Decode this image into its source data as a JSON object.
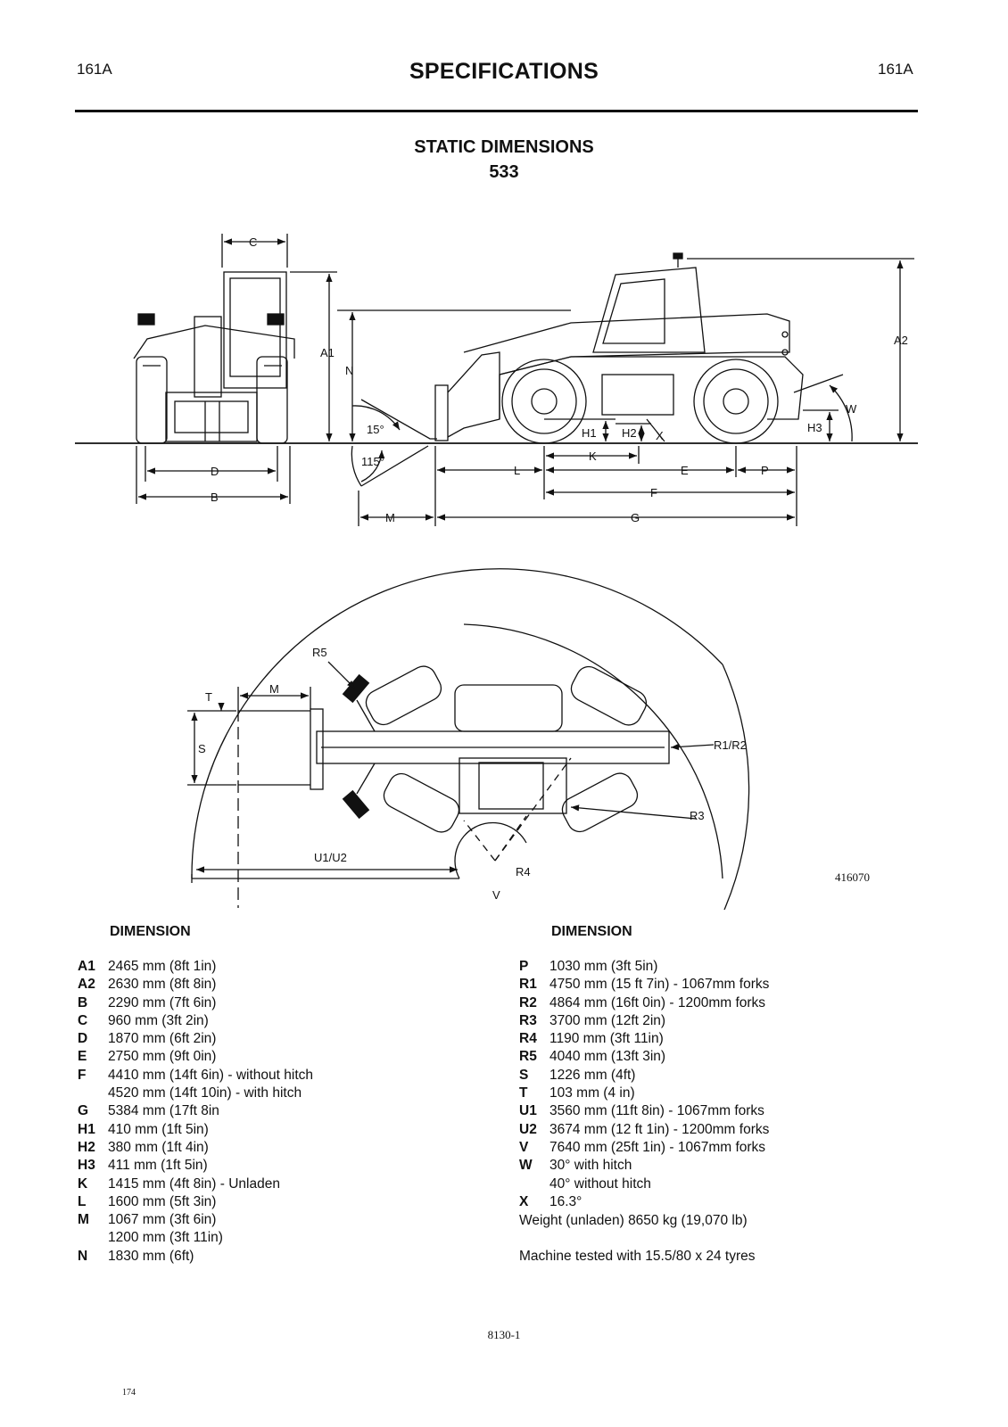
{
  "header": {
    "section_left": "161A",
    "title": "SPECIFICATIONS",
    "section_right": "161A"
  },
  "subtitle": {
    "line1": "STATIC DIMENSIONS",
    "line2": "533"
  },
  "figure": {
    "id": "416070",
    "labels": {
      "A1": "A1",
      "A2": "A2",
      "B": "B",
      "C": "C",
      "D": "D",
      "E": "E",
      "F": "F",
      "G": "G",
      "H1": "H1",
      "H2": "H2",
      "H3": "H3",
      "K": "K",
      "L": "L",
      "M": "M",
      "N": "N",
      "P": "P",
      "W": "W",
      "X": "X",
      "angle15": "15°",
      "angle115": "115°",
      "R1R2": "R1/R2",
      "R3": "R3",
      "R4": "R4",
      "R5": "R5",
      "S": "S",
      "T": "T",
      "U1U2": "U1/U2",
      "V": "V",
      "M2": "M"
    }
  },
  "dimensions_left": {
    "heading": "DIMENSION",
    "rows": [
      {
        "code": "A1",
        "value": "2465 mm (8ft 1in)"
      },
      {
        "code": "A2",
        "value": "2630 mm (8ft 8in)"
      },
      {
        "code": "B",
        "value": "2290 mm (7ft 6in)"
      },
      {
        "code": "C",
        "value": "960 mm (3ft 2in)"
      },
      {
        "code": "D",
        "value": "1870 mm (6ft 2in)"
      },
      {
        "code": "E",
        "value": "2750 mm (9ft 0in)"
      },
      {
        "code": "F",
        "value": "4410 mm (14ft 6in) - without hitch"
      },
      {
        "code": "",
        "value": "4520 mm (14ft 10in) - with hitch"
      },
      {
        "code": "G",
        "value": "5384 mm (17ft 8in"
      },
      {
        "code": "H1",
        "value": "410 mm (1ft 5in)"
      },
      {
        "code": "H2",
        "value": "380 mm (1ft 4in)"
      },
      {
        "code": "H3",
        "value": "411 mm (1ft 5in)"
      },
      {
        "code": "K",
        "value": "1415 mm (4ft 8in) - Unladen"
      },
      {
        "code": "L",
        "value": "1600 mm (5ft 3in)"
      },
      {
        "code": "M",
        "value": "1067 mm (3ft 6in)"
      },
      {
        "code": "",
        "value": "1200 mm (3ft 11in)"
      },
      {
        "code": "N",
        "value": "1830 mm (6ft)"
      }
    ]
  },
  "dimensions_right": {
    "heading": "DIMENSION",
    "rows": [
      {
        "code": "P",
        "value": "1030 mm (3ft 5in)"
      },
      {
        "code": "R1",
        "value": "4750 mm (15 ft 7in) - 1067mm forks"
      },
      {
        "code": "R2",
        "value": "4864 mm (16ft 0in) - 1200mm forks"
      },
      {
        "code": "R3",
        "value": "3700 mm (12ft 2in)"
      },
      {
        "code": "R4",
        "value": "1190 mm (3ft 11in)"
      },
      {
        "code": "R5",
        "value": "4040 mm (13ft 3in)"
      },
      {
        "code": "S",
        "value": "1226 mm (4ft)"
      },
      {
        "code": "T",
        "value": "103 mm (4 in)"
      },
      {
        "code": "U1",
        "value": "3560 mm (11ft 8in) - 1067mm forks"
      },
      {
        "code": "U2",
        "value": "3674 mm (12 ft 1in) - 1200mm forks"
      },
      {
        "code": "V",
        "value": "7640 mm (25ft 1in) - 1067mm forks"
      },
      {
        "code": "W",
        "value": "30° with hitch"
      },
      {
        "code": "",
        "value": "40° without hitch"
      },
      {
        "code": "X",
        "value": "16.3°"
      }
    ],
    "weight": "Weight (unladen) 8650 kg (19,070 lb)",
    "note": "Machine tested with 15.5/80 x 24 tyres"
  },
  "footer": {
    "page_code": "8130-1",
    "page_number": "174"
  }
}
